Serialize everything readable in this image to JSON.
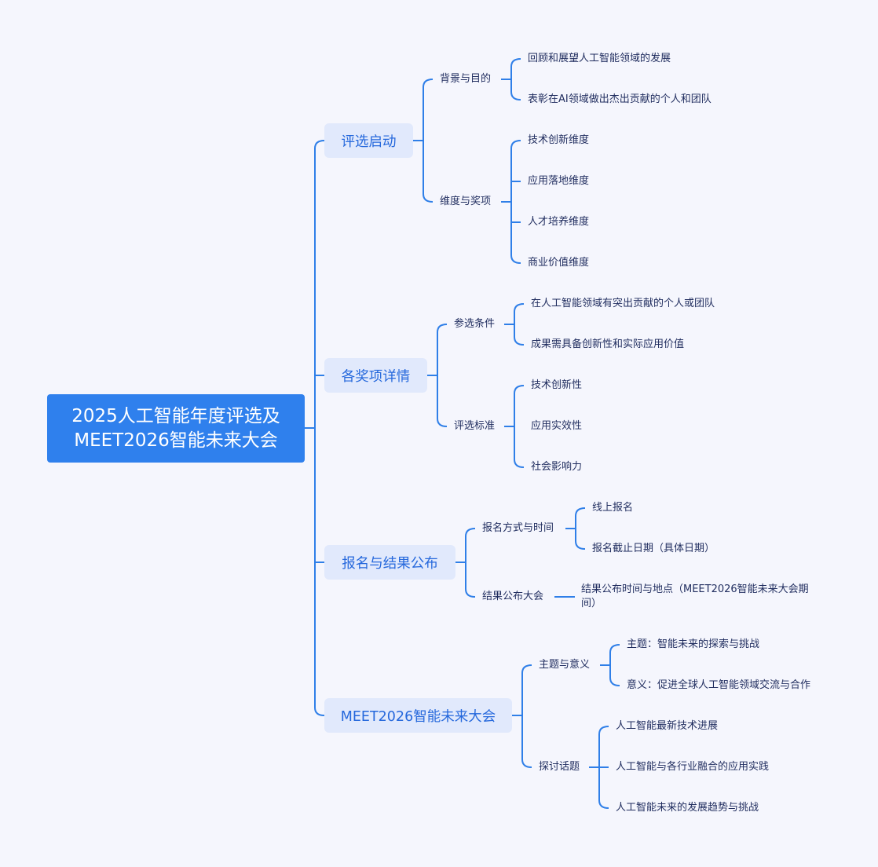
{
  "root": {
    "line1": "2025人工智能年度评选及",
    "line2": "MEET2026智能未来大会"
  },
  "branches": [
    {
      "label": "评选启动",
      "children": [
        {
          "label": "背景与目的",
          "children": [
            "回顾和展望人工智能领域的发展",
            "表彰在AI领域做出杰出贡献的个人和团队"
          ]
        },
        {
          "label": "维度与奖项",
          "children": [
            "技术创新维度",
            "应用落地维度",
            "人才培养维度",
            "商业价值维度"
          ]
        }
      ]
    },
    {
      "label": "各奖项详情",
      "children": [
        {
          "label": "参选条件",
          "children": [
            "在人工智能领域有突出贡献的个人或团队",
            "成果需具备创新性和实际应用价值"
          ]
        },
        {
          "label": "评选标准",
          "children": [
            "技术创新性",
            "应用实效性",
            "社会影响力"
          ]
        }
      ]
    },
    {
      "label": "报名与结果公布",
      "children": [
        {
          "label": "报名方式与时间",
          "children": [
            "线上报名",
            "报名截止日期（具体日期）"
          ]
        },
        {
          "label": "结果公布大会",
          "children": [
            "结果公布时间与地点（MEET2026智能未来大会期间）"
          ]
        }
      ]
    },
    {
      "label": "MEET2026智能未来大会",
      "children": [
        {
          "label": "主题与意义",
          "children": [
            "主题：智能未来的探索与挑战",
            "意义：促进全球人工智能领域交流与合作"
          ]
        },
        {
          "label": "探讨话题",
          "children": [
            "人工智能最新技术进展",
            "人工智能与各行业融合的应用实践",
            "人工智能未来的发展趋势与挑战"
          ]
        }
      ]
    }
  ],
  "colors": {
    "line": "#2f7fe8",
    "root": "#2f80ed",
    "branch_bg": "#e1e9fc",
    "branch_text": "#2568dc",
    "leaf_text": "#1f2c5e",
    "background": "#f5f6fd"
  }
}
